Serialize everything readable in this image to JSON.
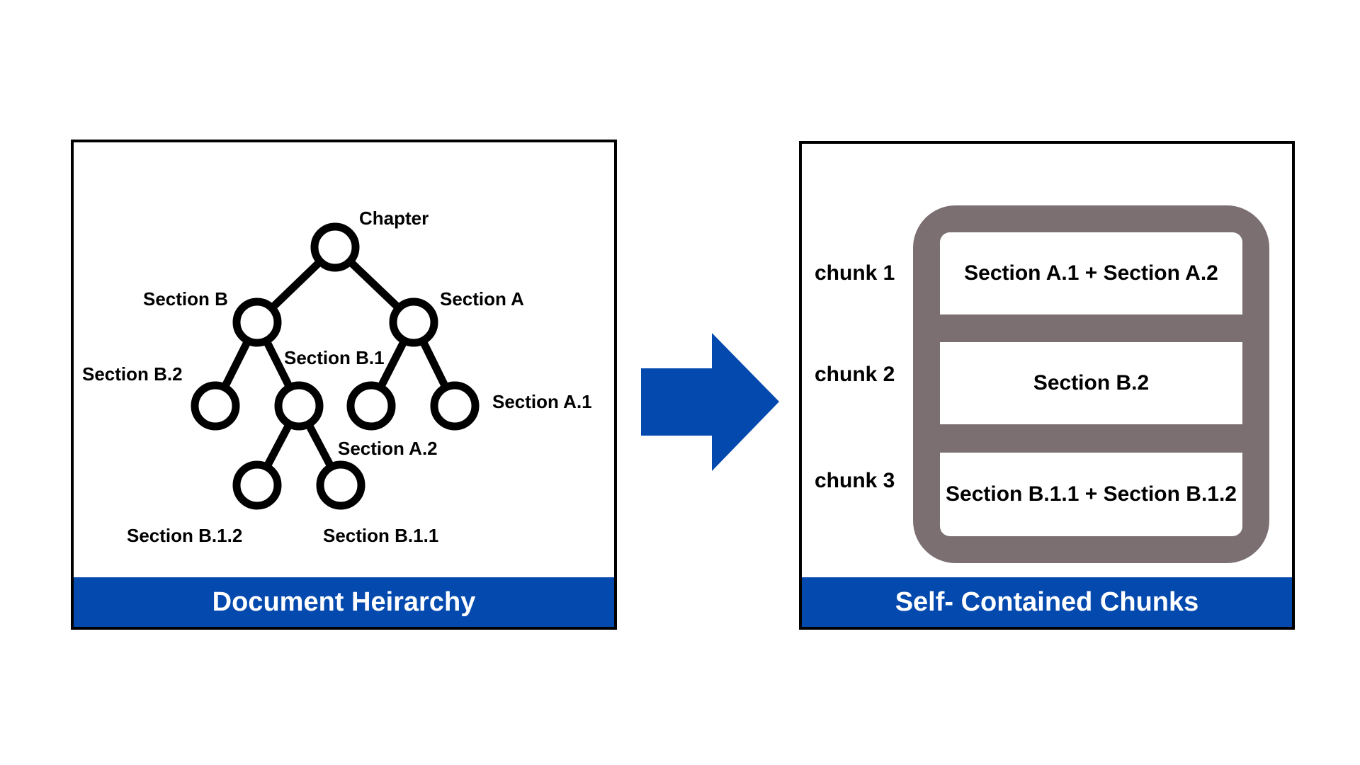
{
  "colors": {
    "accent_blue": "#0349ae",
    "container_gray": "#7b6f72",
    "outline_black": "#000000"
  },
  "hierarchy": {
    "footer_title": "Document Heirarchy",
    "nodes": {
      "chapter": "Chapter",
      "section_a": "Section A",
      "section_b": "Section B",
      "section_a1": "Section A.1",
      "section_a2": "Section A.2",
      "section_b1": "Section B.1",
      "section_b2": "Section B.2",
      "section_b11": "Section B.1.1",
      "section_b12": "Section B.1.2"
    }
  },
  "arrow": {
    "icon": "right-arrow-icon"
  },
  "chunks": {
    "footer_title": "Self- Contained Chunks",
    "items": [
      {
        "label": "chunk 1",
        "content": "Section A.1 + Section A.2"
      },
      {
        "label": "chunk 2",
        "content": "Section B.2"
      },
      {
        "label": "chunk 3",
        "content": "Section B.1.1 + Section B.1.2"
      }
    ]
  }
}
